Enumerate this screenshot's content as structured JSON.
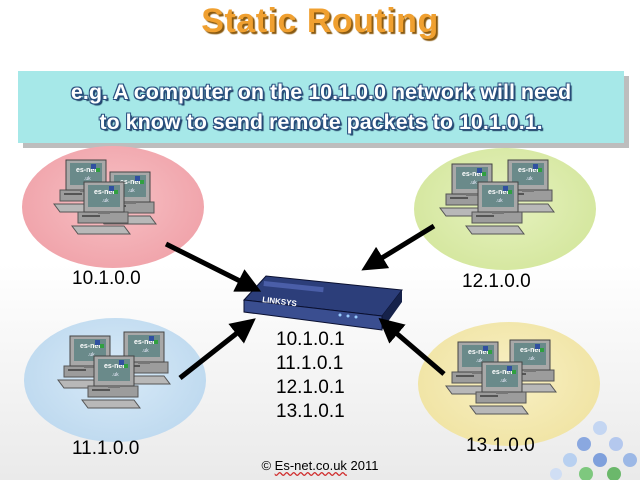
{
  "title": "Static Routing",
  "callout": {
    "line1": "e.g. A computer on the 10.1.0.0 network will need",
    "line2": "to know to send remote packets to 10.1.0.1."
  },
  "networks": [
    {
      "label": "10.1.0.0",
      "color": "#f0a0a8"
    },
    {
      "label": "12.1.0.0",
      "color": "#d6e8a0"
    },
    {
      "label": "11.1.0.0",
      "color": "#bcd8ee"
    },
    {
      "label": "13.1.0.0",
      "color": "#f0e4a0"
    }
  ],
  "router": {
    "brand": "LINKSYS",
    "interfaces": [
      "10.1.0.1",
      "11.1.0.1",
      "12.1.0.1",
      "13.1.0.1"
    ]
  },
  "computer_brand": "es-net",
  "footer": {
    "prefix": "© ",
    "underlined": "Es-net.co.uk",
    "suffix": " 2011"
  }
}
